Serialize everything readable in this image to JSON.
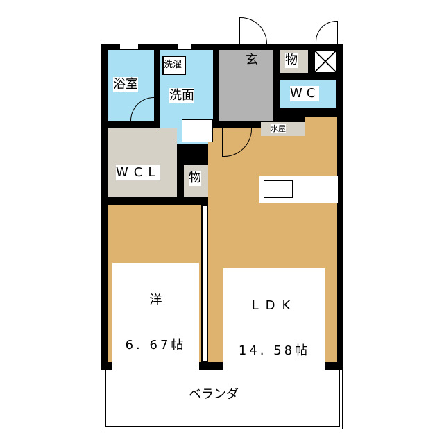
{
  "rooms": {
    "bath": "浴室",
    "washer": "洗濯",
    "washroom": "洗面",
    "entrance": "玄",
    "storage_top": "物",
    "wc": "WC",
    "water_area": "水屋",
    "wcl": "WCL",
    "storage_mid": "物",
    "western_name": "洋",
    "western_size": "6. 67帖",
    "ldk_name": "LDK",
    "ldk_size": "14. 58帖",
    "veranda": "ベランダ"
  },
  "colors": {
    "wet": "#a9e0f3",
    "entrance": "#b3b3b3",
    "closet": "#d5d1c6",
    "floor": "#deb26f"
  }
}
